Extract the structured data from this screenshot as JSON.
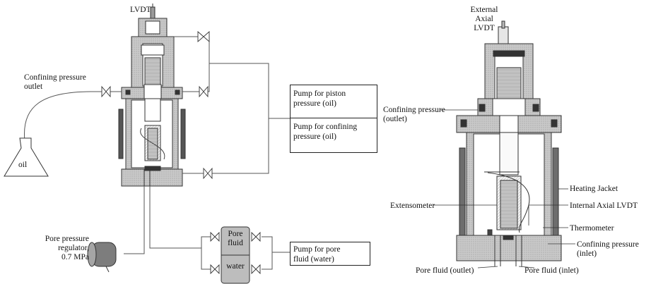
{
  "left": {
    "lvdt": "LVDT",
    "confining_outlet": "Confining pressure\noutlet",
    "oil": "oil",
    "pump_piston": "Pump for piston\npressure (oil)",
    "pump_confining": "Pump for confining\npressure (oil)",
    "pore_regulator": "Pore pressure\nregulator,\n0.7 MPa",
    "pore_fluid": "Pore\nfluid",
    "water": "water",
    "pump_pore": "Pump for pore\nfluid (water)"
  },
  "right": {
    "external_lvdt": "External\nAxial\nLVDT",
    "confining_outlet": "Confining pressure\n(outlet)",
    "heating_jacket": "Heating Jacket",
    "extensometer": "Extensometer",
    "internal_lvdt": "Internal Axial LVDT",
    "thermometer": "Thermometer",
    "confining_inlet": "Confining pressure\n(inlet)",
    "pore_outlet": "Pore fluid (outlet)",
    "pore_inlet": "Pore fluid (inlet)"
  }
}
